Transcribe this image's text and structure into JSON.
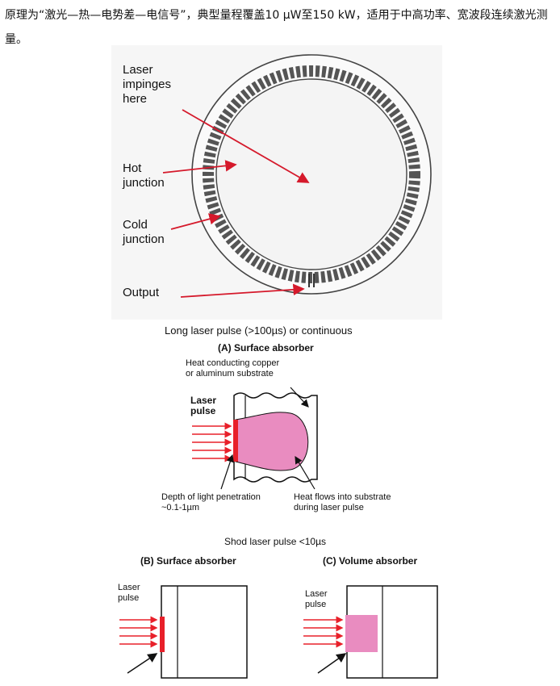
{
  "intro": {
    "text": "原理为“激光—热—电势差—电信号”，典型量程覆盖10 μW至150 kW，适用于中高功率、宽波段连续激光测量。"
  },
  "thermopile": {
    "laser_label": "Laser\nimpinges\nhere",
    "hot_label": "Hot\njunction",
    "cold_label": "Cold\njunction",
    "output_label": "Output"
  },
  "diagram": {
    "title_long": "Long laser pulse (>100µs) or continuous",
    "title_a": "(A) Surface absorber",
    "substrate_label": "Heat conducting copper\nor aluminum substrate",
    "laser_pulse": "Laser\npulse",
    "depth_label": "Depth of light penetration\n~0.1-1µm",
    "heat_flow_label": "Heat flows into substrate\nduring laser pulse",
    "title_short": "Shod laser pulse <10µs",
    "title_b": "(B) Surface absorber",
    "title_c": "(C) Volume absorber"
  },
  "colors": {
    "laser_red": "#e8202a",
    "heat_pink": "#e98cc0"
  }
}
